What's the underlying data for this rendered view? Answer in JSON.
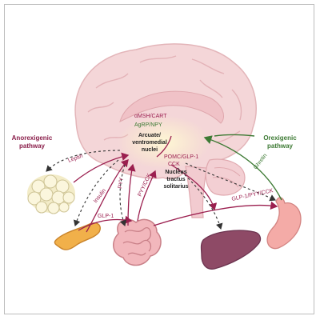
{
  "pathways": {
    "anorexigenic": {
      "line1": "Anorexigenic",
      "line2": "pathway",
      "color": "#8a1e4a"
    },
    "orexigenic": {
      "line1": "Orexigenic",
      "line2": "pathway",
      "color": "#3d7a34"
    }
  },
  "neuropeptides": {
    "msh_cart": "αMSH/CART",
    "agrp_npy": "AgRP/NPY",
    "pomc_glp1": "POMC/GLP-1",
    "cck": "CCK"
  },
  "nuclei": {
    "arcuate": {
      "line1": "Arcuate/",
      "line2": "ventromedial",
      "line3": "nuclei"
    },
    "nts": {
      "line1": "Nucleus",
      "line2": "tractus",
      "line3": "solitarius"
    }
  },
  "signals": {
    "leptin": "Leptin",
    "insulin": "Insulin",
    "pyy": "PYY",
    "pyy_cck": "PYY/CCK",
    "glp1": "GLP-1",
    "glp1_pyy_cck": "GLP-1/PYY/CCK",
    "ghrelin": "Ghrelin"
  },
  "organ_icons": [
    "adipose-tissue-icon",
    "pancreas-icon",
    "intestine-icon",
    "liver-icon",
    "stomach-icon",
    "brain-icon"
  ],
  "colors": {
    "anorexigenic_arrow": "#9b1f4f",
    "orexigenic_arrow": "#3d7a34",
    "neural_dashed": "#333333",
    "brain_fill": "#f4d6d8",
    "nucleus_highlight": "#fbf3c8"
  }
}
